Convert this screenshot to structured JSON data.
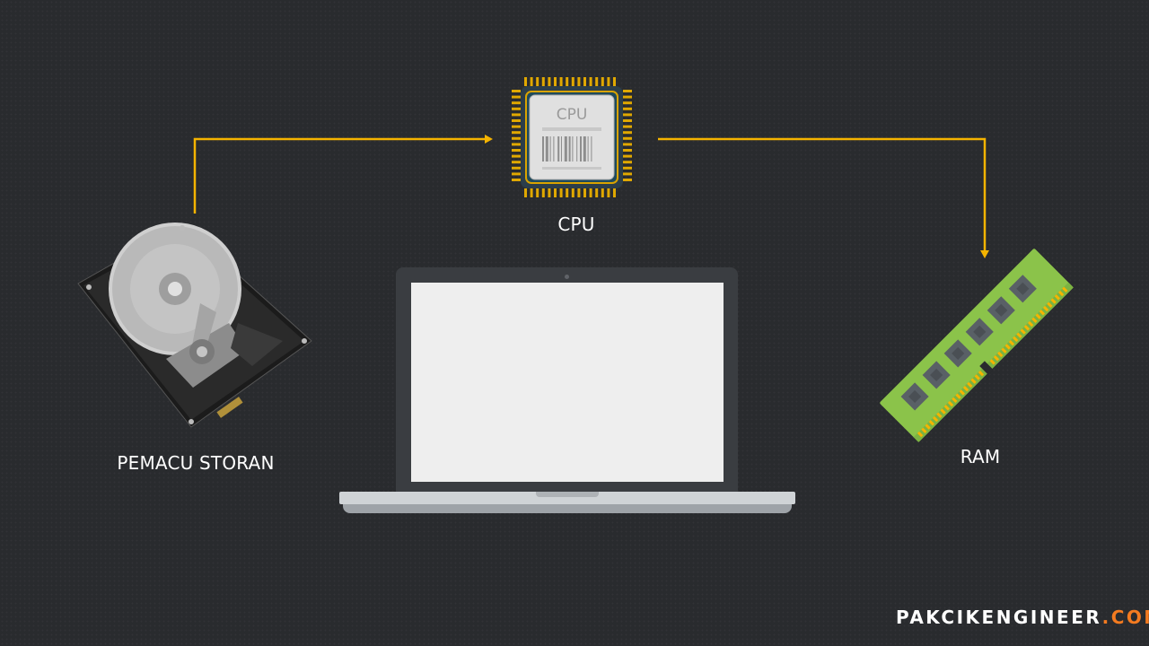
{
  "nodes": {
    "cpu": {
      "label": "CPU",
      "chip_text": "CPU"
    },
    "storage": {
      "label": "PEMACU STORAN"
    },
    "ram": {
      "label": "RAM"
    }
  },
  "brand": {
    "part1": "PAKCIK",
    "part2": "ENGINEER",
    "part3": ".COM"
  },
  "colors": {
    "background": "#292b2e",
    "arrow": "#f5b400",
    "ram_board": "#8bc34a",
    "brand_white": "#ffffff",
    "brand_orange": "#f47b20"
  },
  "icons": [
    "hard-drive-icon",
    "cpu-chip-icon",
    "ram-module-icon",
    "laptop-icon"
  ]
}
